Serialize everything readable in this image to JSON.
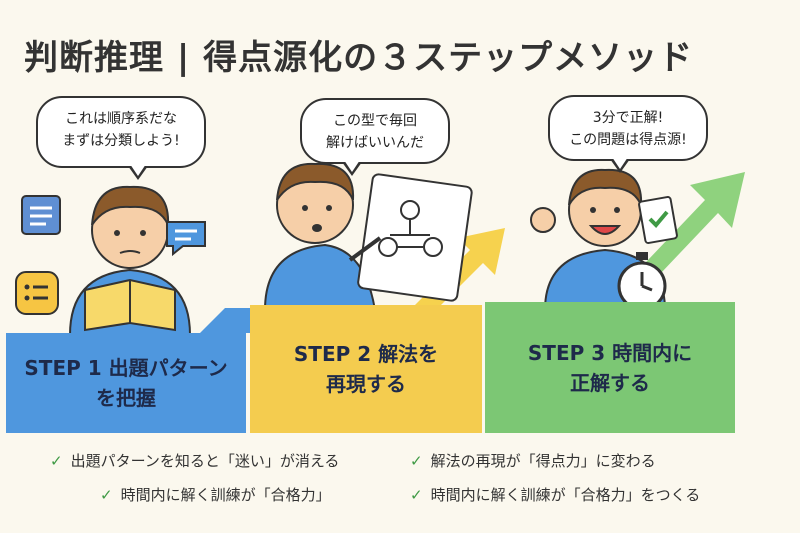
{
  "title": "判断推理 | 得点源化の３ステップメソッド",
  "bubbles": {
    "step1": [
      "これは順序系だな",
      "まずは分類しよう!"
    ],
    "step2": [
      "この型で毎回",
      "解けばいいんだ"
    ],
    "step3": [
      "3分で正解!",
      "この問題は得点源!"
    ]
  },
  "steps": [
    {
      "line1": "STEP 1 出題パターン",
      "line2": "を把握"
    },
    {
      "line1": "STEP 2 解法を",
      "line2": "再現する"
    },
    {
      "line1": "STEP 3 時間内に",
      "line2": "正解する"
    }
  ],
  "bullets": [
    "出題パターンを知ると「迷い」が消える",
    "解法の再現が「得点力」に変わる",
    "時間内に解く訓練が「合格力」",
    "時間内に解く訓練が「合格力」をつくる"
  ],
  "colors": {
    "step1": "#4f97de",
    "step2": "#f4cc4f",
    "step3": "#7cc774",
    "check": "#3f9a45"
  },
  "icons": [
    "document-icon",
    "chat-icon",
    "list-icon",
    "flowchart-icon",
    "checklist-icon",
    "stopwatch-icon",
    "arrow-up-icon",
    "check-icon"
  ]
}
